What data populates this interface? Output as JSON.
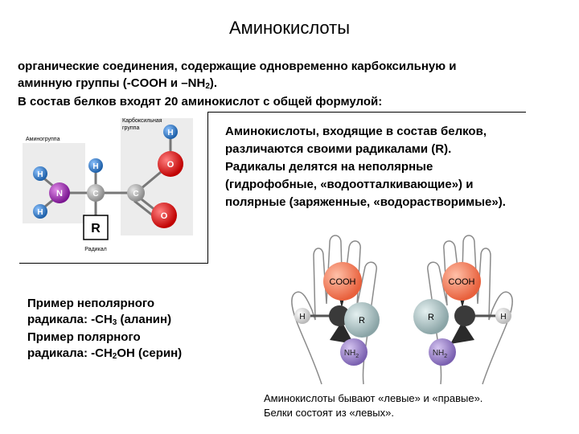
{
  "title": "Аминокислоты",
  "intro": {
    "line1": "органические соединения, содержащие одновременно карбоксильную и",
    "line2_before": "аминную группы (-COOH и –NH",
    "line2_sub": "2",
    "line2_after": ").",
    "line3": "В состав белков входят 20 аминокислот с общей формулой:"
  },
  "diagram": {
    "amino_group_label": "Аминогруппа",
    "carboxyl_group_label_1": "Карбоксильная",
    "carboxyl_group_label_2": "группа",
    "radical_label": "Радикал",
    "atom_h": "H",
    "atom_n": "N",
    "atom_c": "C",
    "atom_o": "O",
    "atom_r": "R",
    "colors": {
      "nitrogen": "#8b1c9c",
      "oxygen": "#d81e1e",
      "hydrogen": "#2a6fb8",
      "carbon": "#a0a0a0"
    }
  },
  "radicals_text": {
    "line1": "Аминокислоты, входящие в состав белков,",
    "line2": "различаются своими радикалами (R).",
    "line3": "Радикалы делятся на неполярные",
    "line4": "(гидрофобные, «водоотталкивающие») и",
    "line5": "полярные (заряженные, «водорастворимые»)."
  },
  "examples": {
    "line1": "Пример неполярного",
    "line2_before": "радикала: -CH",
    "line2_sub": "3",
    "line2_after": " (аланин)",
    "line3": "Пример полярного",
    "line4_before": "радикала: -CH",
    "line4_sub": "2",
    "line4_after": "OH (серин)"
  },
  "hands": {
    "cooh": "COOH",
    "r": "R",
    "h": "H",
    "nh": "NH",
    "nh_sub": "2"
  },
  "caption": {
    "line1": "Аминокислоты бывают «левые» и «правые».",
    "line2": "Белки состоят из «левых»."
  }
}
